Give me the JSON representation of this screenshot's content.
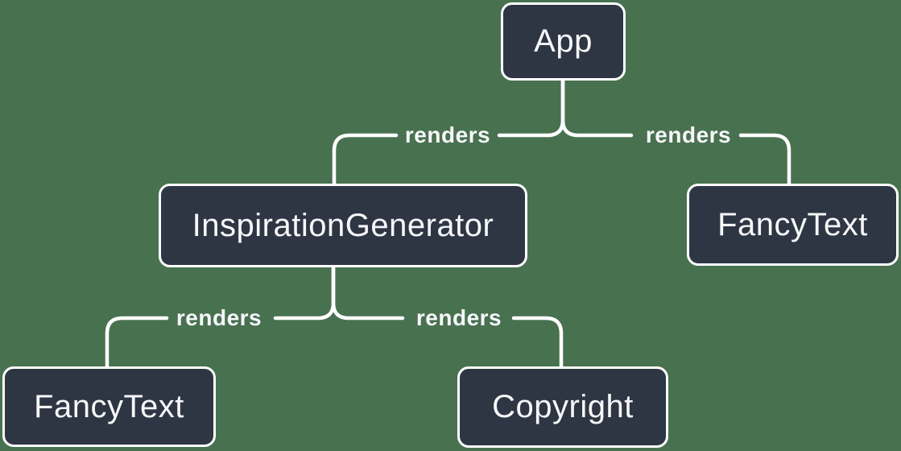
{
  "diagram": {
    "colors": {
      "bg": "#487150",
      "node": "#2e3644",
      "line": "#ffffff",
      "text": "#f6f7f9"
    },
    "nodes": [
      {
        "id": "app",
        "label": "App"
      },
      {
        "id": "inspiration-generator",
        "label": "InspirationGenerator"
      },
      {
        "id": "fancy-text-top",
        "label": "FancyText"
      },
      {
        "id": "fancy-text-bottom",
        "label": "FancyText"
      },
      {
        "id": "copyright",
        "label": "Copyright"
      }
    ],
    "edges": [
      {
        "from": "App",
        "to": "InspirationGenerator",
        "label": "renders"
      },
      {
        "from": "App",
        "to": "FancyText",
        "label": "renders"
      },
      {
        "from": "InspirationGenerator",
        "to": "FancyText",
        "label": "renders"
      },
      {
        "from": "InspirationGenerator",
        "to": "Copyright",
        "label": "renders"
      }
    ]
  }
}
